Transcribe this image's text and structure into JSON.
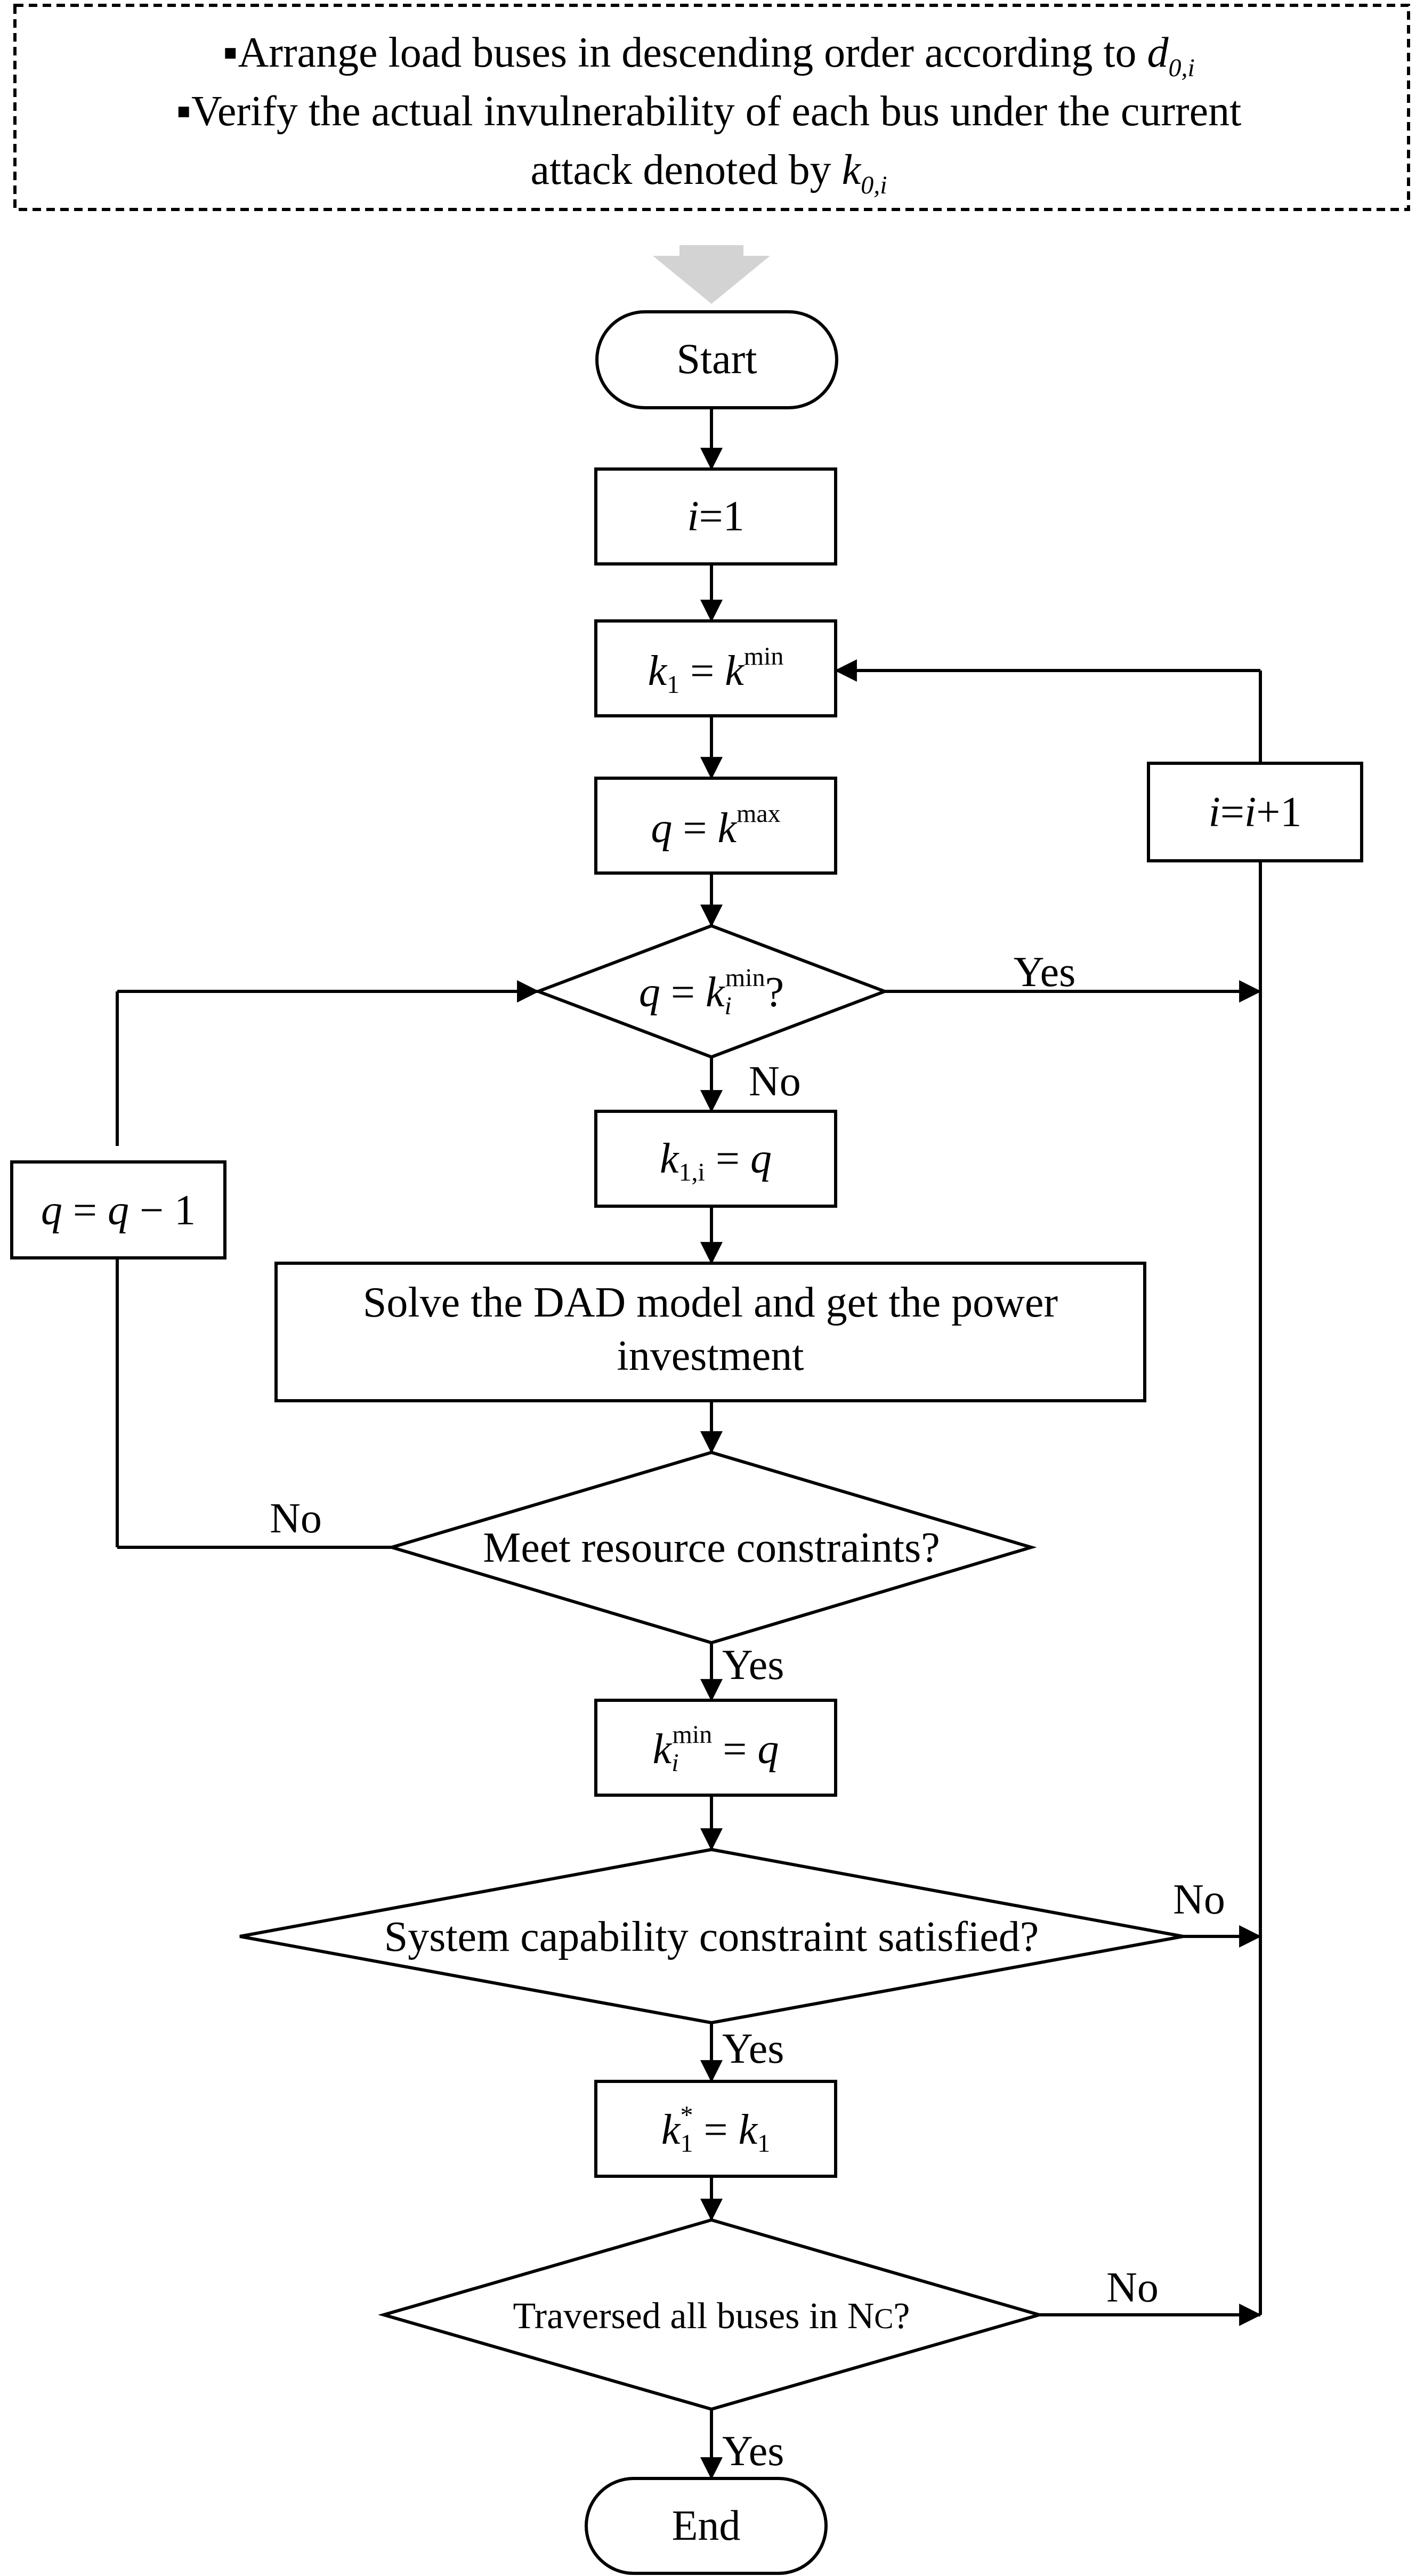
{
  "preamble": {
    "line1": "▪Arrange load buses in descending order according to ",
    "line1_var": "d",
    "line1_sub": "0,i",
    "line2": "▪Verify the actual invulnerability of each bus under the current",
    "line3": "attack denoted by ",
    "line3_var": "k",
    "line3_sub": "0,i"
  },
  "nodes": {
    "start": "Start",
    "init_i": {
      "var": "i",
      "rest": "=1"
    },
    "set_k1": {
      "lhs": "k",
      "lhs_sub": "1",
      "eq": " = ",
      "rhs": "k",
      "rhs_sup": "min"
    },
    "set_q": {
      "lhs": "q",
      "eq": " = ",
      "rhs": "k",
      "rhs_sup": "max"
    },
    "check_q": {
      "lhs": "q",
      "eq": " = ",
      "rhs": "k",
      "rhs_sub": "i",
      "rhs_sup": "min",
      "end": "?"
    },
    "set_k1i": {
      "lhs": "k",
      "lhs_sub": "1,i",
      "eq": " = ",
      "rhs": "q"
    },
    "solve_dad": {
      "line1": "Solve the DAD model and get the power",
      "line2": "investment"
    },
    "meet_resource": "Meet resource constraints?",
    "set_kimin": {
      "lhs": "k",
      "lhs_sub": "i",
      "lhs_sup": "min",
      "eq": " = ",
      "rhs": "q"
    },
    "system_capability": "System capability constraint satisfied?",
    "set_kstar": {
      "lhs": "k",
      "lhs_sub": "1",
      "lhs_sup": "*",
      "eq": " = ",
      "rhs": "k",
      "rhs_sub": "1"
    },
    "traversed": {
      "text": "Traversed all buses in N",
      "smallcap": "C",
      "end": "?"
    },
    "end": "End",
    "decrement_q": {
      "lhs": "q",
      "eq": " = ",
      "rhs": "q",
      "op": " − ",
      "num": "1"
    },
    "increment_i": {
      "lhs": "i",
      "eq": "=",
      "rhs": "i",
      "rest": "+1"
    }
  },
  "labels": {
    "yes_check_q": "Yes",
    "no_check_q": "No",
    "no_resource": "No",
    "yes_resource": "Yes",
    "no_capability": "No",
    "yes_capability": "Yes",
    "no_traversed": "No",
    "yes_traversed": "Yes"
  }
}
